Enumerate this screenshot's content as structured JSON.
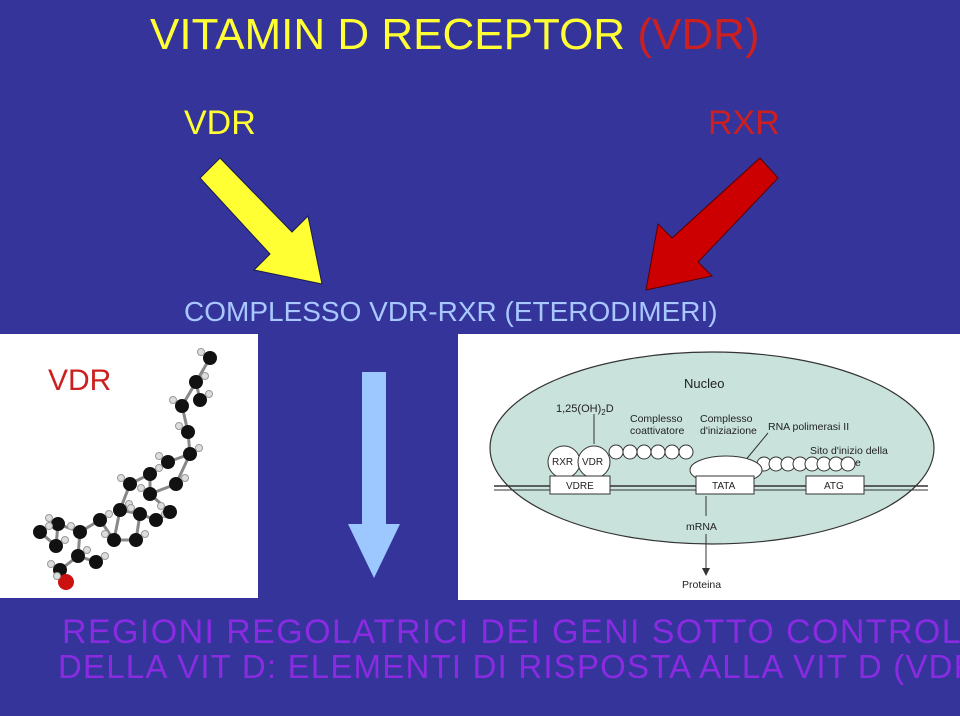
{
  "title": {
    "main": "VITAMIN D RECEPTOR ",
    "accent": "(VDR)"
  },
  "labels": {
    "vdr": "VDR",
    "rxr": "RXR",
    "complex": "COMPLESSO VDR-RXR (ETERODIMERI)",
    "molecule": "VDR"
  },
  "diagram": {
    "nucleo": "Nucleo",
    "ligand_base": "1,25(OH)",
    "ligand_sub": "2",
    "ligand_end": "D",
    "coactivator_1": "Complesso",
    "coactivator_2": "coattivatore",
    "initiation_1": "Complesso",
    "initiation_2": "d'iniziazione",
    "polymerase": "RNA polimerasi II",
    "start_site_1": "Sito d'inizio della",
    "start_site_2": "traslazione",
    "rxr": "RXR",
    "vdr": "VDR",
    "vdre": "VDRE",
    "tata": "TATA",
    "atg": "ATG",
    "mrna": "mRNA",
    "protein": "Proteina"
  },
  "bottom": {
    "line1": "REGIONI REGOLATRICI DEI GENI SOTTO CONTROLLO",
    "line2": "DELLA VIT D: ELEMENTI DI RISPOSTA ALLA VIT D (VDRE)"
  },
  "colors": {
    "background": "#34349a",
    "title": "#ffff33",
    "accent": "#cc2020",
    "complex": "#a8c8ff",
    "bottom_text": "#8a2be2",
    "arrow_yellow": "#ffff33",
    "arrow_red": "#cc0000",
    "arrow_blue": "#9cc8ff"
  }
}
